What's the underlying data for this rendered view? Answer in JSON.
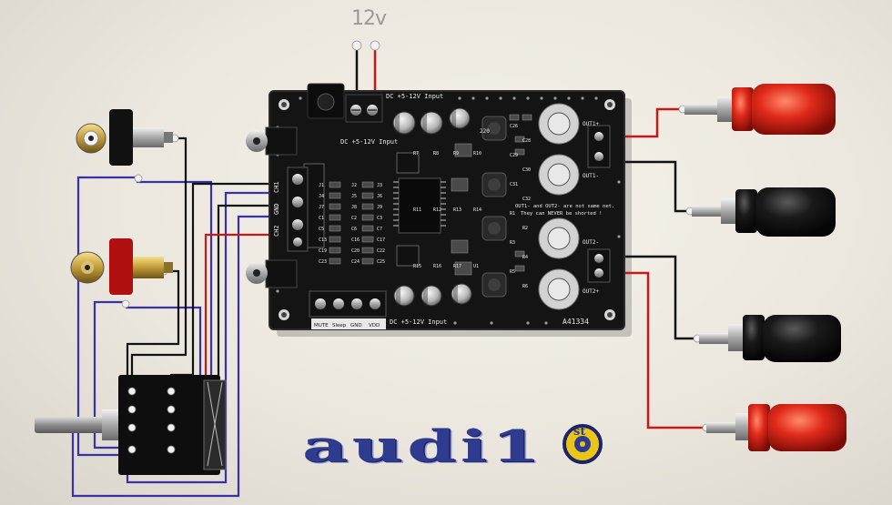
{
  "labels": {
    "power_voltage": "12v",
    "pcb_dc_input_top": "DC +5-12V Input",
    "pcb_dc_input_mid": "DC +5-12V Input",
    "pcb_dc_input_bottom": "DC +5-12V Input",
    "pcb_model": "A41334",
    "pcb_warning_line1": "OUT1- and OUT2- are not same net.",
    "pcb_warning_line2": "They can NEVER be shorted !",
    "pcb_out1_plus": "OUT1+",
    "pcb_out1_minus": "OUT1-",
    "pcb_out2_minus": "OUT2-",
    "pcb_out2_plus": "OUT2+",
    "pcb_input_pins": [
      "CH1",
      "GND",
      "CH2"
    ],
    "pcb_control_pins": [
      "MUTE",
      "Sleep",
      "GND",
      "VDD"
    ],
    "pcb_refs": [
      "J1",
      "J2",
      "J3",
      "J4",
      "J5",
      "J6",
      "J7",
      "J8",
      "J9",
      "C1",
      "C2",
      "C3",
      "C5",
      "C6",
      "C7",
      "C13",
      "C16",
      "C17",
      "C19",
      "C20",
      "C22",
      "C23",
      "C24",
      "C25",
      "C26",
      "C28",
      "C29",
      "C30",
      "C31",
      "C32",
      "R1",
      "R2",
      "R3",
      "R4",
      "R5",
      "R6",
      "R7",
      "R8",
      "R9",
      "R10",
      "R11",
      "R12",
      "R13",
      "R14",
      "R15",
      "R16",
      "R17",
      "U1"
    ],
    "capacitor_value": "220"
  },
  "logo": {
    "text": "audi1",
    "superscript": "st"
  },
  "colors": {
    "pcb": "#141414",
    "wire_red": "#c81818",
    "wire_blue": "#3a31a8",
    "wire_black": "#111111",
    "post_red": "#e02a1a",
    "post_black": "#1a1a1a",
    "logo_blue": "#2f3b8f"
  }
}
